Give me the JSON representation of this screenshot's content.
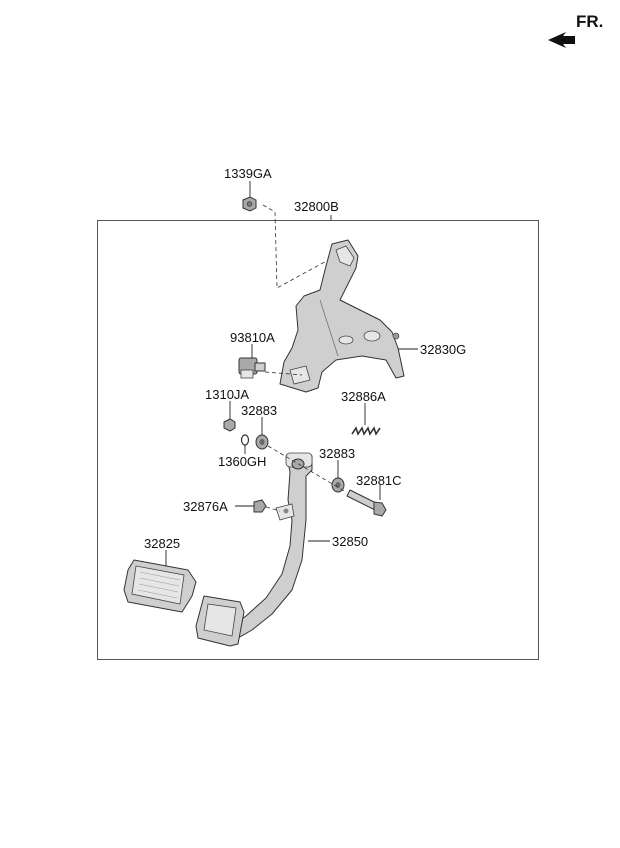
{
  "orientation": {
    "label": "FR."
  },
  "labels": {
    "p1339GA": "1339GA",
    "p32800B": "32800B",
    "p93810A": "93810A",
    "p32830G": "32830G",
    "p1310JA": "1310JA",
    "p32883a": "32883",
    "p32886A": "32886A",
    "p1360GH": "1360GH",
    "p32883b": "32883",
    "p32881C": "32881C",
    "p32876A": "32876A",
    "p32825": "32825",
    "p32850": "32850"
  },
  "colors": {
    "part_fill": "#cfcfcf",
    "line": "#222222",
    "box": "#555555"
  }
}
